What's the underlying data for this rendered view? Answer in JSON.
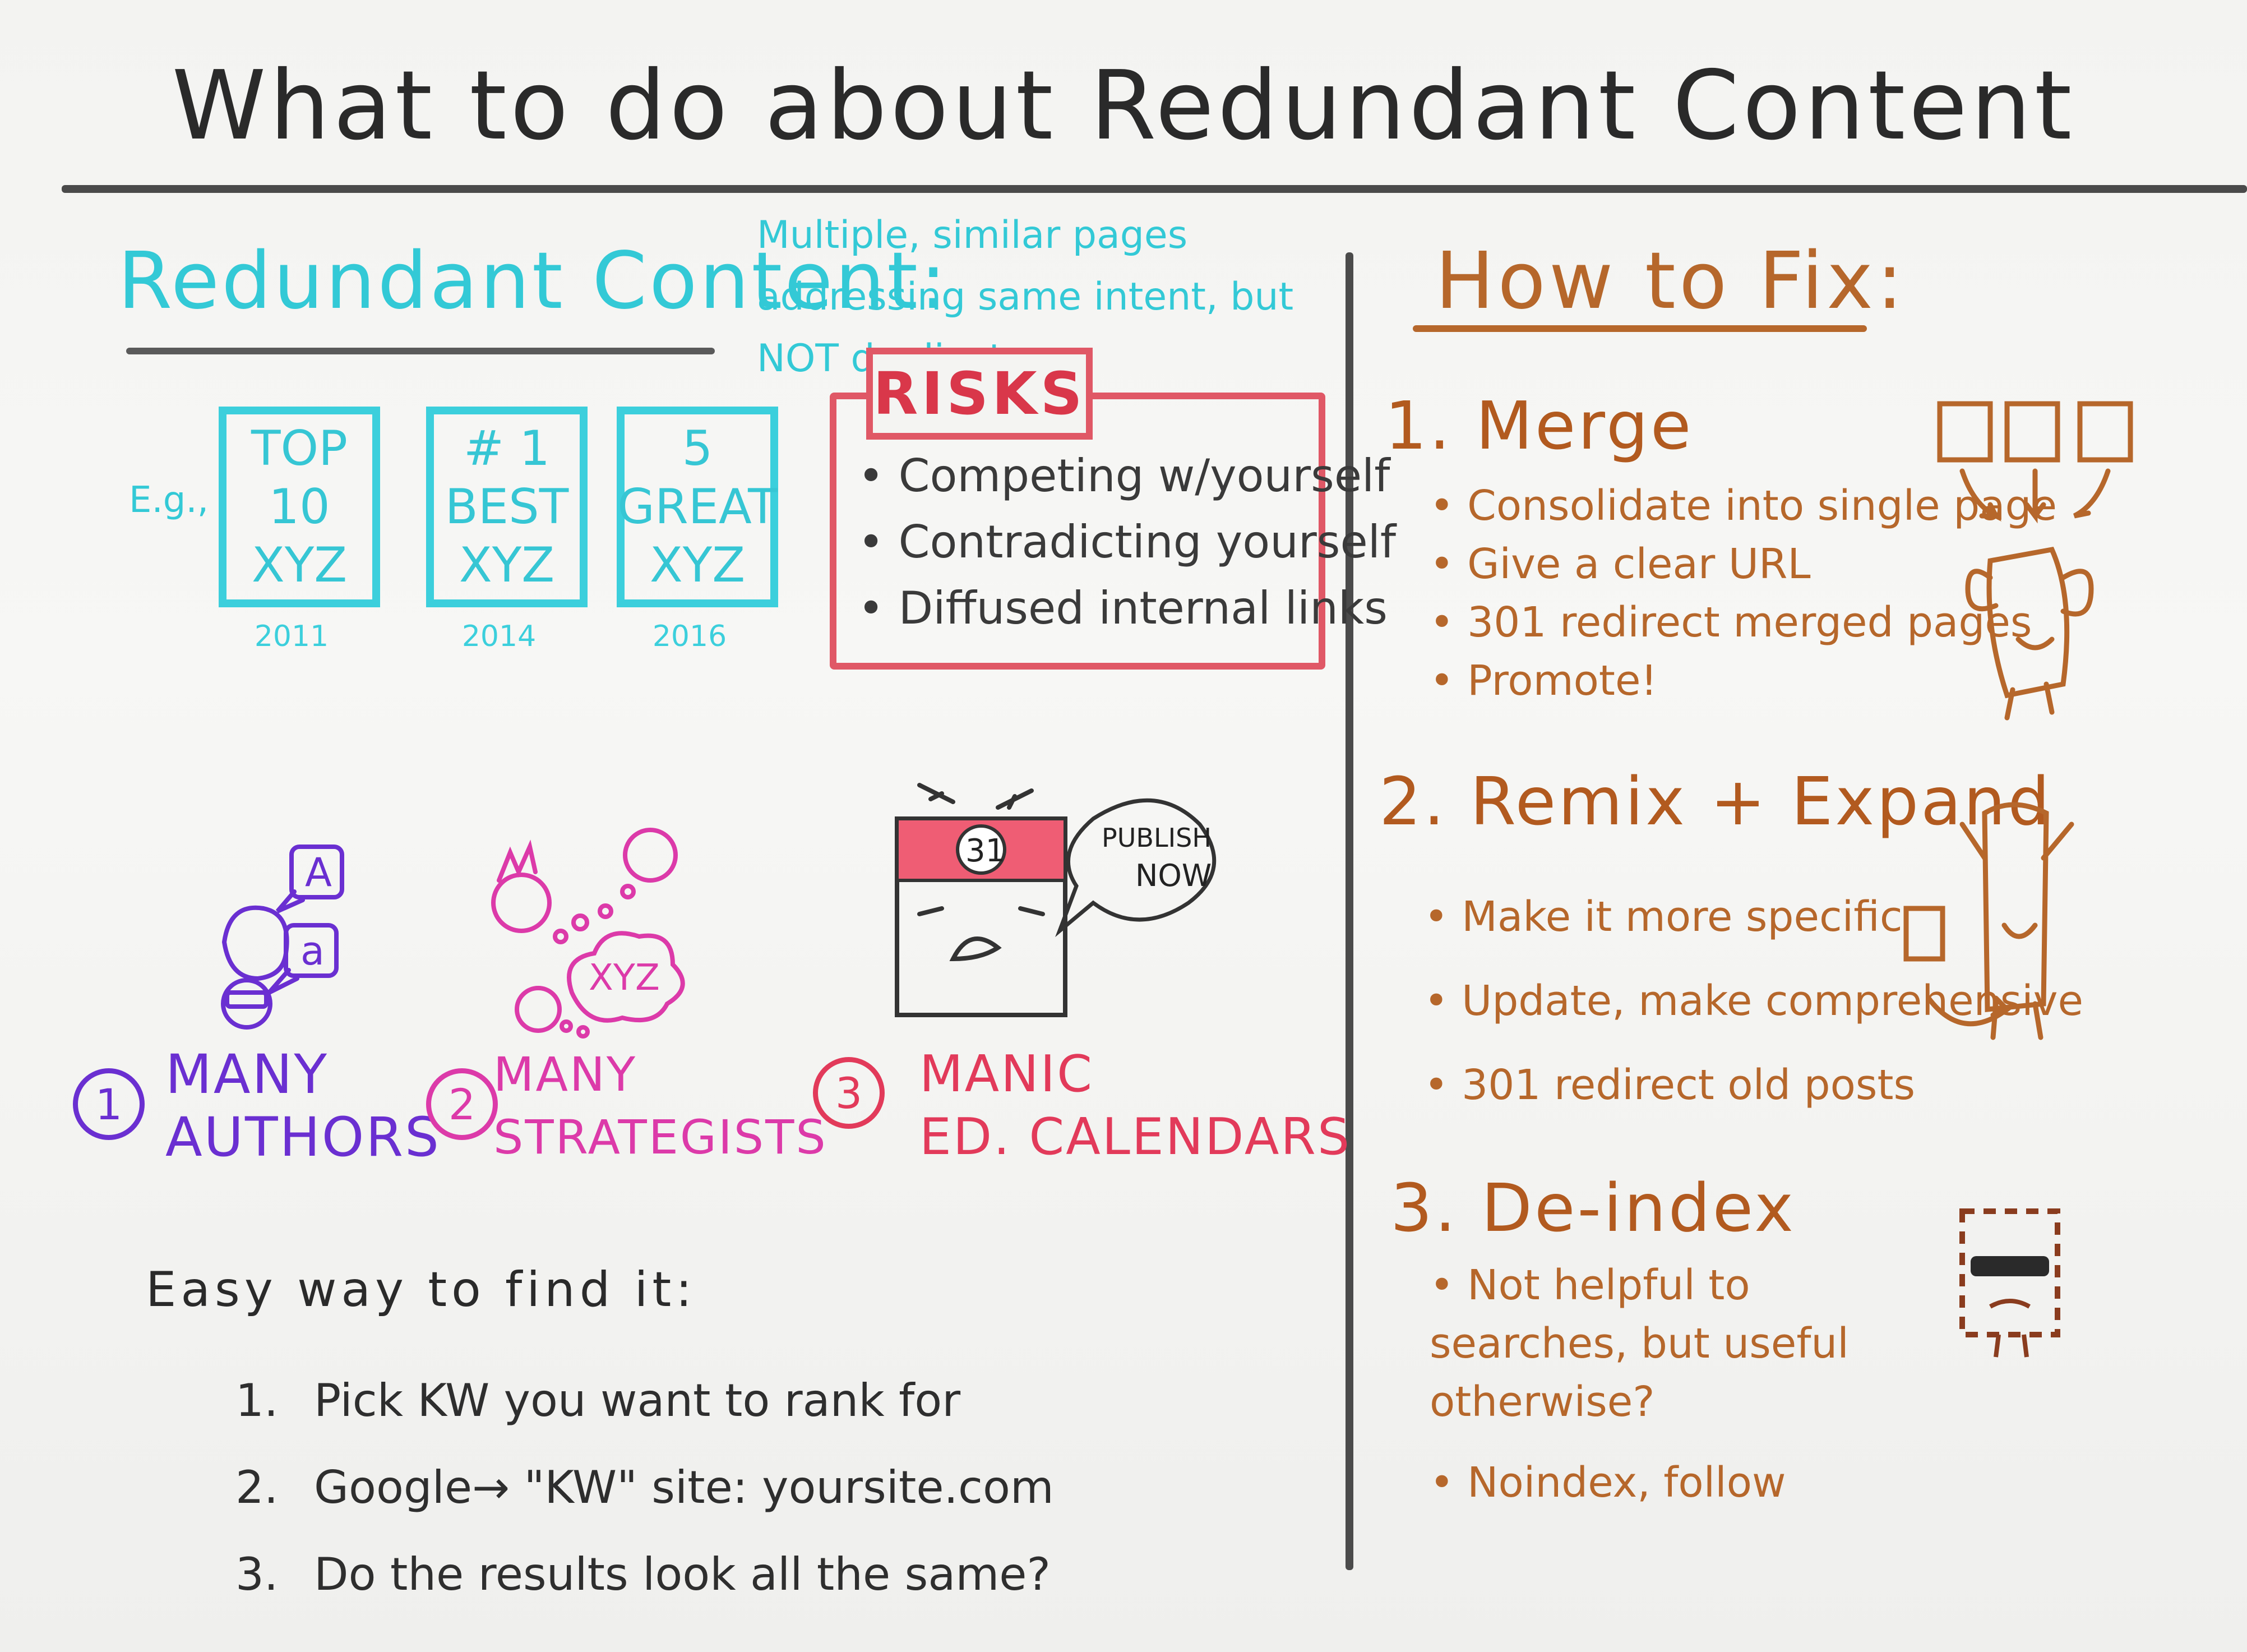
{
  "title": "What to do about Redundant Content",
  "definition": {
    "heading": "Redundant Content:",
    "text": "Multiple, similar pages addressing same intent, but NOT duplicate"
  },
  "examples": {
    "label": "E.g.,",
    "items": [
      {
        "lines": [
          "TOP",
          "10",
          "XYZ"
        ],
        "year": "2011"
      },
      {
        "lines": [
          "# 1",
          "BEST",
          "XYZ"
        ],
        "year": "2014"
      },
      {
        "lines": [
          "5",
          "GREAT",
          "XYZ"
        ],
        "year": "2016"
      }
    ]
  },
  "risks": {
    "heading": "RISKS",
    "items": [
      "Competing w/yourself",
      "Contradicting yourself",
      "Diffused internal links"
    ]
  },
  "causes": [
    {
      "num": "1",
      "line1": "MANY",
      "line2": "AUTHORS"
    },
    {
      "num": "2",
      "line1": "MANY",
      "line2": "STRATEGISTS"
    },
    {
      "num": "3",
      "line1": "MANIC",
      "line2": "ED. CALENDARS"
    }
  ],
  "drawings": {
    "bubble_a_upper": "A",
    "bubble_a_lower": "a",
    "cloud_text": "XYZ",
    "calendar_day": "31",
    "speech_line1": "PUBLISH",
    "speech_line2": "NOW"
  },
  "easy": {
    "heading": "Easy way to find it:",
    "steps": [
      {
        "n": "1.",
        "text": "Pick KW you want to rank for"
      },
      {
        "n": "2.",
        "text": "Google→ \"KW\" site: yoursite.com"
      },
      {
        "n": "3.",
        "text": "Do the results look all the same?"
      }
    ]
  },
  "fix": {
    "heading": "How to Fix:",
    "sections": [
      {
        "title": "1. Merge",
        "items": [
          "Consolidate into single page",
          "Give a clear URL",
          "301 redirect merged pages",
          "Promote!"
        ]
      },
      {
        "title": "2. Remix + Expand",
        "items": [
          "Make it more specific",
          "Update, make comprehensive",
          "301 redirect old posts"
        ]
      },
      {
        "title": "3. De-index",
        "items": [
          "Not helpful to searches, but useful otherwise?",
          "Noindex, follow"
        ]
      }
    ]
  },
  "colors": {
    "cyan": "#33c9d6",
    "risk_red": "#e05866",
    "purple": "#6a2fd1",
    "magenta": "#dc3aa9",
    "brown": "#b6672b"
  }
}
